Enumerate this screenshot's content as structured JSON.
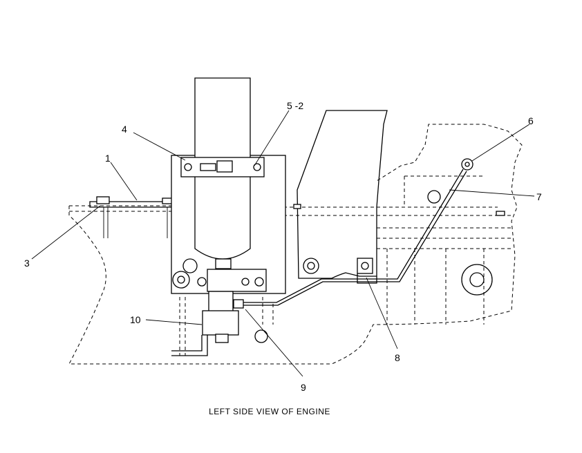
{
  "diagram": {
    "caption": "LEFT SIDE VIEW OF ENGINE",
    "callouts": [
      {
        "id": "1",
        "label": "1"
      },
      {
        "id": "3",
        "label": "3"
      },
      {
        "id": "4",
        "label": "4"
      },
      {
        "id": "5",
        "label": "5 -2"
      },
      {
        "id": "6",
        "label": "6"
      },
      {
        "id": "7",
        "label": "7"
      },
      {
        "id": "8",
        "label": "8"
      },
      {
        "id": "9",
        "label": "9"
      },
      {
        "id": "10",
        "label": "10"
      }
    ]
  }
}
